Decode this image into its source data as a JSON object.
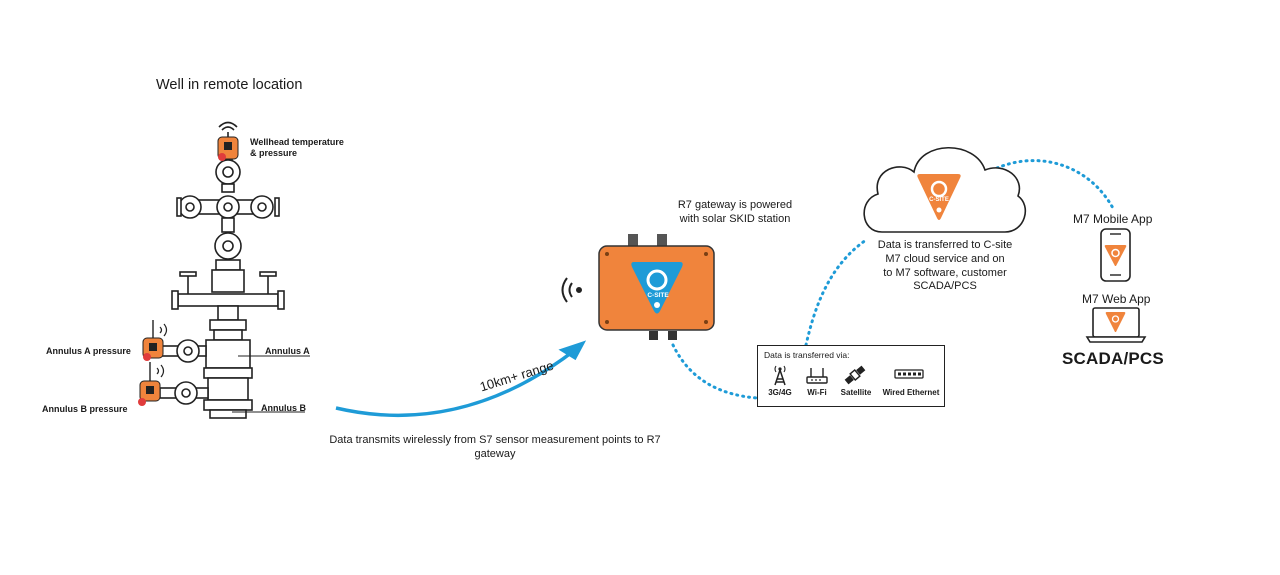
{
  "well": {
    "title": "Well in remote location",
    "wellhead_label": "Wellhead temperature\n& pressure",
    "annulus_a_pressure": "Annulus A pressure",
    "annulus_b_pressure": "Annulus B pressure",
    "annulus_a": "Annulus A",
    "annulus_b": "Annulus B"
  },
  "transmission": {
    "range_label": "10km+ range",
    "caption": "Data transmits wirelessly from S7 sensor measurement points to R7 gateway"
  },
  "gateway": {
    "caption": "R7 gateway is powered\nwith solar SKID station",
    "logo_text": "C-SITE"
  },
  "transfer": {
    "title": "Data is transferred via:",
    "options": [
      {
        "label": "3G/4G",
        "icon": "cell-tower-icon"
      },
      {
        "label": "Wi-Fi",
        "icon": "wifi-router-icon"
      },
      {
        "label": "Satellite",
        "icon": "satellite-icon"
      },
      {
        "label": "Wired Ethernet",
        "icon": "ethernet-switch-icon"
      }
    ]
  },
  "cloud": {
    "logo_text": "C-SITE",
    "caption": "Data is transferred to C-site\nM7 cloud service and on\nto M7 software, customer\nSCADA/PCS"
  },
  "apps": {
    "mobile": "M7 Mobile App",
    "web": "M7 Web App",
    "scada": "SCADA/PCS"
  },
  "colors": {
    "orange": "#F0843C",
    "blue": "#1E9BD7",
    "dark": "#1a1a1a"
  }
}
